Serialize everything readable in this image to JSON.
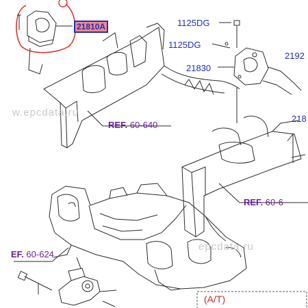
{
  "callouts": {
    "part_21810a": "21810A",
    "bolt_1125dg_top": "1125DG",
    "bolt_1125dg_second": "1125DG",
    "part_21830": "21830",
    "part_2192_clipped": "2192",
    "part_218_clipped": "218",
    "ref_60_640_prefix": "REF.",
    "ref_60_640_number": "60-640",
    "ref_60_6_prefix": "REF.",
    "ref_60_6_number": "60-6",
    "ref_60_624_prefix": "EF.",
    "ref_60_624_number": "60-624",
    "at_label": "(A/T)"
  },
  "watermark": {
    "upper": "w.epcdata.ru",
    "lower": "epcdata.ru"
  },
  "colors": {
    "callout_blue": "#1f2fbf",
    "ref_purple": "#6a1f9a",
    "highlight_red": "#e0352b",
    "line_dark": "#2a2a2a",
    "watermark_gray": "#c7c7c7"
  }
}
